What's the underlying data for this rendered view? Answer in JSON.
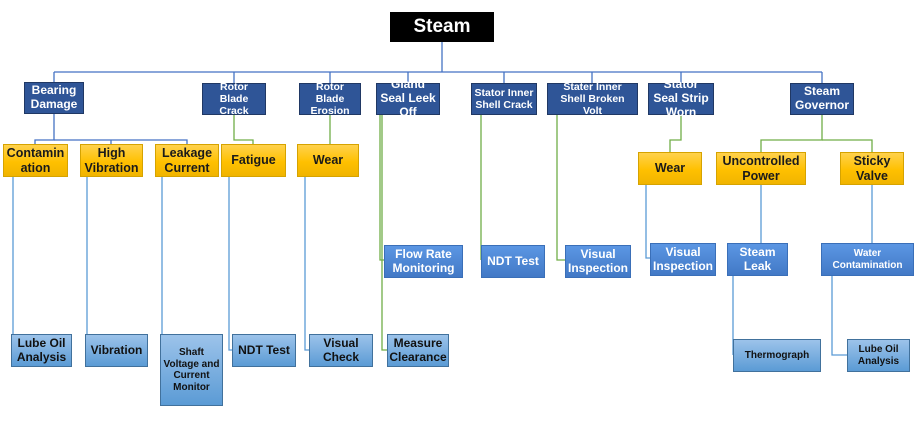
{
  "root": "Steam",
  "branches": [
    {
      "label": "Bearing Damage",
      "causes": [
        {
          "label": "Contamin ation",
          "method": "Lube Oil Analysis"
        },
        {
          "label": "High Vibration",
          "method": "Vibration"
        },
        {
          "label": "Leakage Current",
          "method": "Shaft Voltage and Current Monitor"
        }
      ]
    },
    {
      "label": "Rotor Blade Crack",
      "causes": [
        {
          "label": "Fatigue",
          "method": "NDT Test"
        }
      ]
    },
    {
      "label": "Rotor Blade Erosion",
      "causes": [
        {
          "label": "Wear",
          "method": "Visual Check"
        }
      ]
    },
    {
      "label": "Gland Seal Leek Off",
      "methods": [
        "Flow Rate Monitoring",
        "Measure Clearance"
      ]
    },
    {
      "label": "Stator Inner Shell Crack",
      "methods": [
        "NDT Test"
      ]
    },
    {
      "label": "Stater Inner Shell Broken Volt",
      "methods": [
        "Visual Inspection"
      ]
    },
    {
      "label": "Stator Seal Strip Worn",
      "causes": [
        {
          "label": "Wear",
          "method": "Visual Inspection"
        }
      ]
    },
    {
      "label": "Steam Governor",
      "causes": [
        {
          "label": "Uncontrolled Power",
          "effect": "Steam Leak",
          "method": "Thermograph"
        },
        {
          "label": "Sticky Valve",
          "effect": "Water Contamination",
          "method": "Lube Oil Analysis"
        }
      ]
    }
  ],
  "colors": {
    "root_fill": "#000000",
    "branch_fill": "#2f5597",
    "cause_fill": "#ffc000",
    "method_fill_dark": "#4a86d6",
    "method_fill_light": "#5b9bd5",
    "root_connector": "#4472c4",
    "cause_connector": "#70ad47",
    "method_connector": "#5b9bd5"
  }
}
